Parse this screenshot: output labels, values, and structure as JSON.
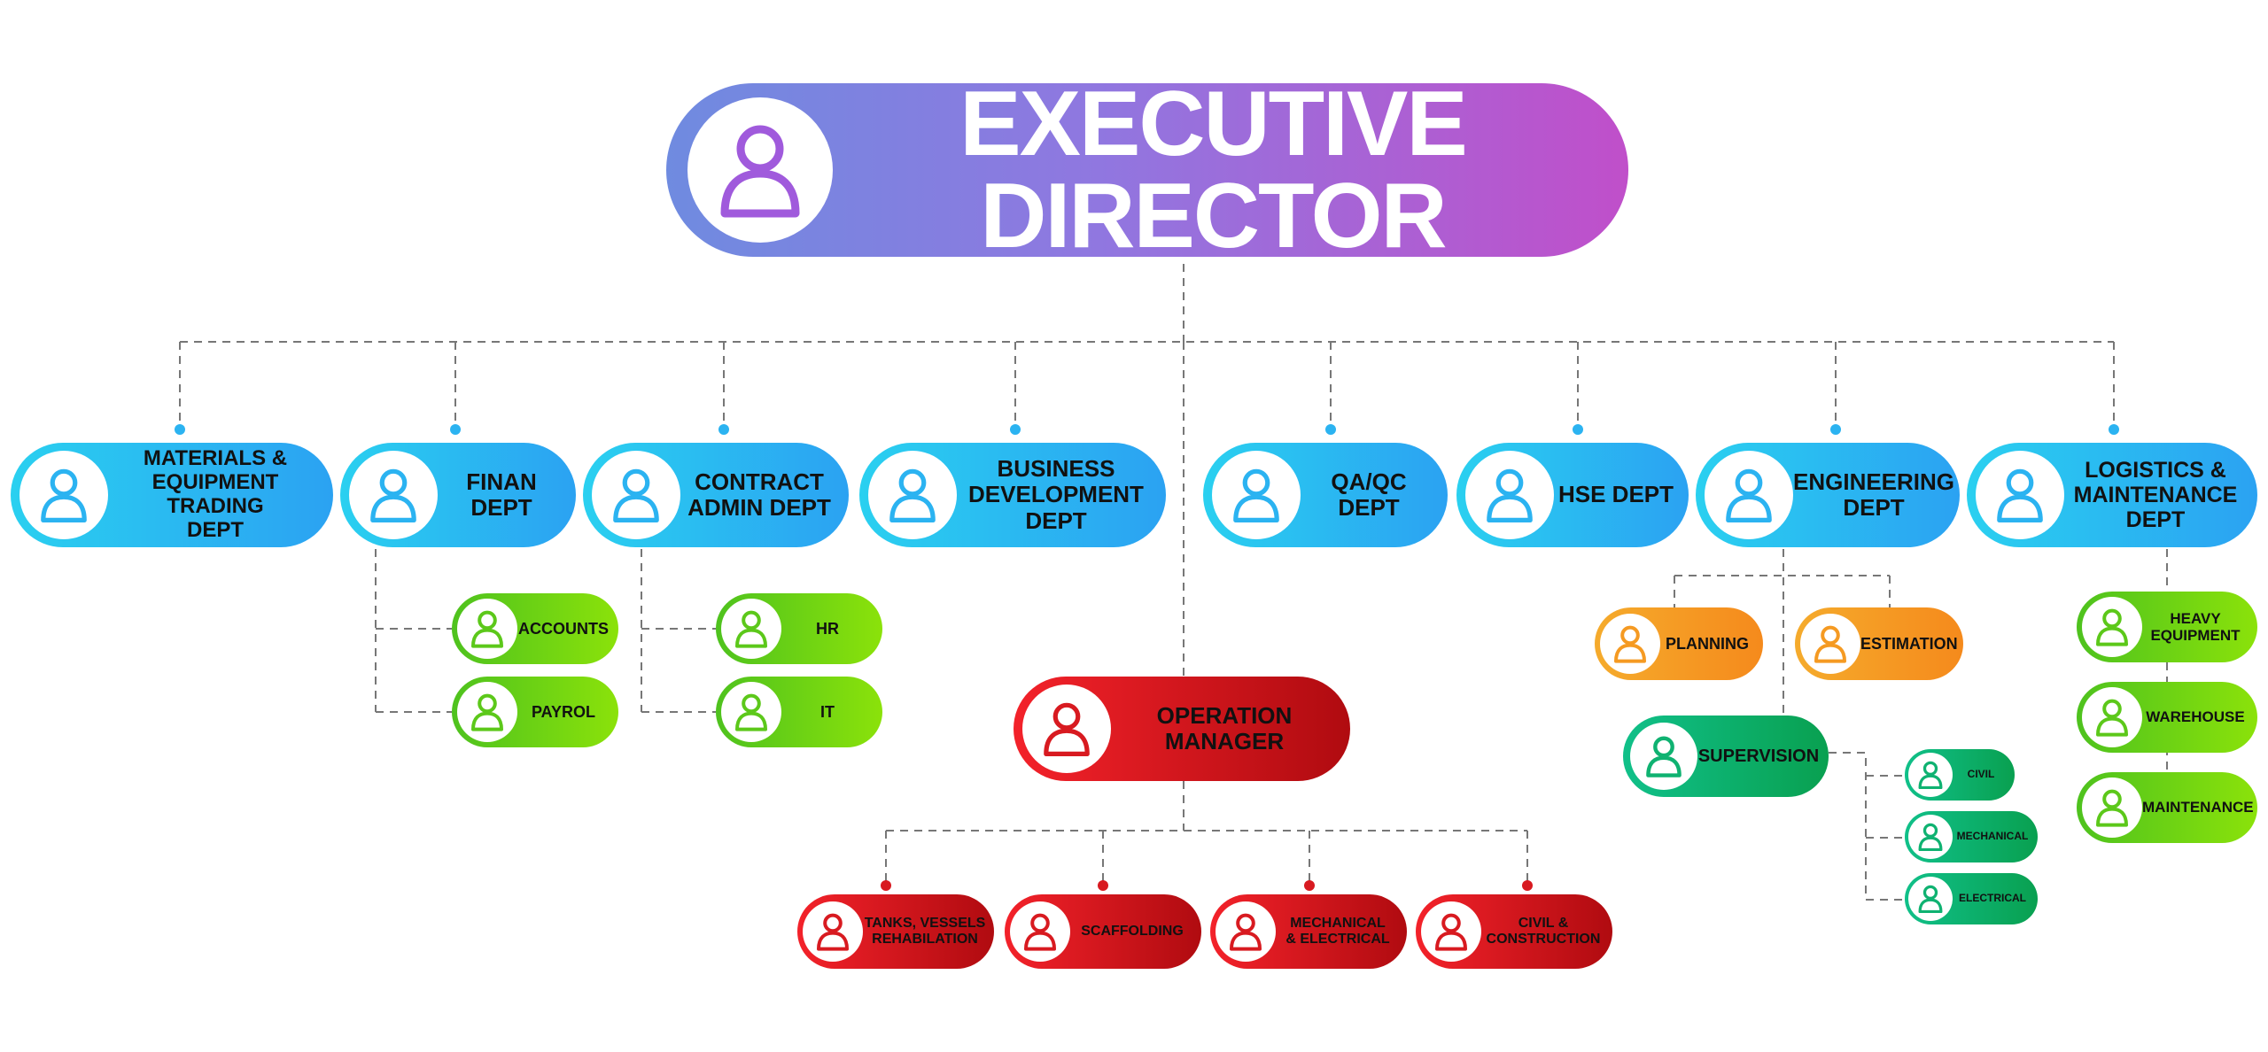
{
  "colors": {
    "blue": "#2bb3f1",
    "green": "#6fd510",
    "red": "#d81a20",
    "orange": "#f59a22",
    "teal": "#0fb271",
    "purple": "#c04fca",
    "connector": "#777777"
  },
  "icon": "person-icon",
  "director": {
    "label": "EXECUTIVE DIRECTOR"
  },
  "departments": [
    {
      "label": "MATERIALS &\nEQUIPMENT TRADING\nDEPT"
    },
    {
      "label": "FINAN DEPT"
    },
    {
      "label": "CONTRACT\nADMIN DEPT"
    },
    {
      "label": "BUSINESS\nDEVELOPMENT DEPT"
    },
    {
      "label": "QA/QC DEPT"
    },
    {
      "label": "HSE DEPT"
    },
    {
      "label": "ENGINEERING\nDEPT"
    },
    {
      "label": "LOGISTICS &\nMAINTENANCE DEPT"
    }
  ],
  "finance_units": [
    {
      "label": "ACCOUNTS"
    },
    {
      "label": "PAYROL"
    }
  ],
  "contract_units": [
    {
      "label": "HR"
    },
    {
      "label": "IT"
    }
  ],
  "operation_manager": {
    "label": "OPERATION MANAGER"
  },
  "operation_units": [
    {
      "label": "TANKS, VESSELS\nREHABILATION"
    },
    {
      "label": "SCAFFOLDING"
    },
    {
      "label": "MECHANICAL\n& ELECTRICAL"
    },
    {
      "label": "CIVIL &\nCONSTRUCTION"
    }
  ],
  "engineering_units": [
    {
      "label": "PLANNING"
    },
    {
      "label": "ESTIMATION"
    }
  ],
  "supervision": {
    "label": "SUPERVISION"
  },
  "supervision_units": [
    {
      "label": "CIVIL"
    },
    {
      "label": "MECHANICAL"
    },
    {
      "label": "ELECTRICAL"
    }
  ],
  "logistics_units": [
    {
      "label": "HEAVY\nEQUIPMENT"
    },
    {
      "label": "WAREHOUSE"
    },
    {
      "label": "MAINTENANCE"
    }
  ]
}
